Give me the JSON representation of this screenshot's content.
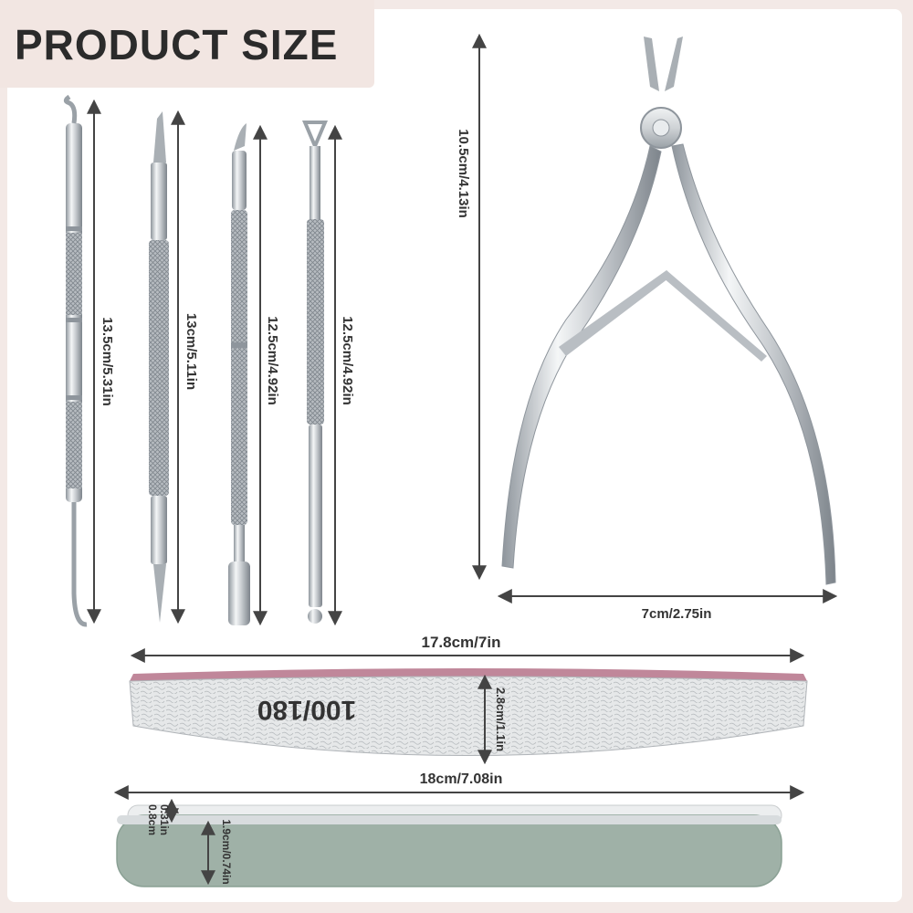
{
  "header": {
    "title": "PRODUCT SIZE"
  },
  "tools": [
    {
      "label": "13.5cm/5.31in"
    },
    {
      "label": "13cm/5.11in"
    },
    {
      "label": "12.5cm/4.92in"
    },
    {
      "label": "12.5cm/4.92in"
    }
  ],
  "nipper": {
    "height_label": "10.5cm/4.13in",
    "width_label": "7cm/2.75in"
  },
  "curved_file": {
    "length_label": "17.8cm/7in",
    "height_label": "2.8cm/1.1in",
    "grit_text": "100/180"
  },
  "straight_file": {
    "length_label": "18cm/7.08in",
    "thickness_label_cm": "0.8cm",
    "thickness_label_in": "0.31in",
    "height_label": "1.9cm/0.74in"
  },
  "colors": {
    "background": "#f3e9e6",
    "card": "#ffffff",
    "header_box": "#f2e6e2",
    "steel": "#c9cdd1",
    "steel_dark": "#8e959c",
    "file_pink": "#c0879a",
    "file_green": "#9fb1a7",
    "arrow": "#444444"
  }
}
